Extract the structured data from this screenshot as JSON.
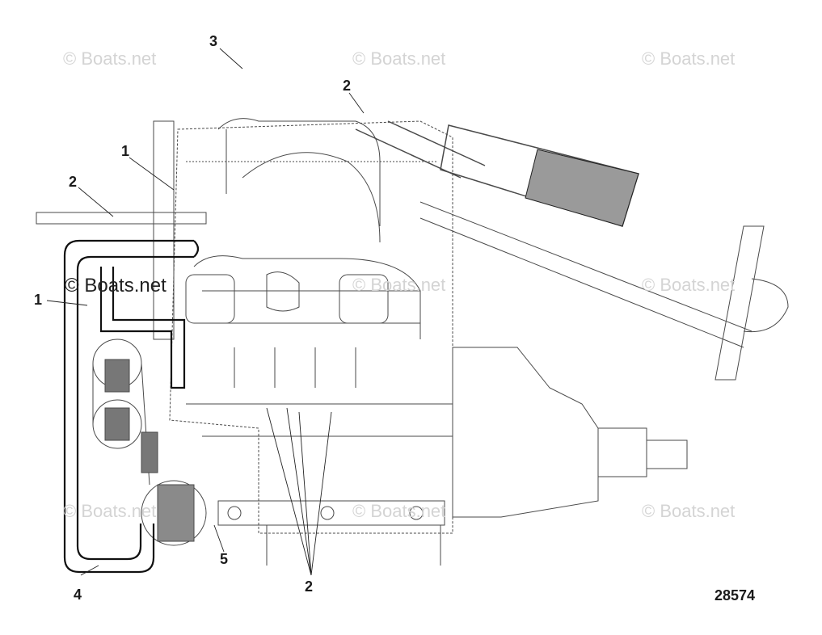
{
  "diagram": {
    "callouts": [
      "3",
      "2",
      "1",
      "2",
      "1",
      "4",
      "5",
      "2"
    ],
    "watermark": "© Boats.net",
    "figure_number": "28574"
  }
}
